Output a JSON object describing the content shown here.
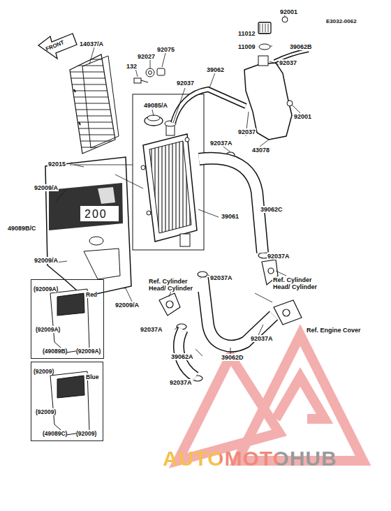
{
  "diagram": {
    "nodes": [
      {
        "text": [
          "(92009A)",
          "Red",
          "(92009A)",
          "(49089B)",
          "(92009A)"
        ]
      },
      {
        "text": [
          "(92009)",
          "Blue",
          "(92009)",
          "(49089C)",
          "(92009)"
        ]
      }
    ],
    "labels": [
      "E3032-0062",
      "FRONT",
      "14037/A",
      "92001",
      "11012",
      "11009",
      "39062B",
      "92037",
      "92001",
      "43078",
      "92027",
      "92075",
      "132",
      "39062",
      "92037",
      "49085/A",
      "92037",
      "92037A",
      "92015",
      "92009/A",
      "49089B/C",
      "39061",
      "39062C",
      "92037A",
      "92009/A",
      "Ref. Cylinder Head/ Cylinder",
      "92037A",
      "Ref. Cylinder Head/ Cylinder",
      "92009/A",
      "92037A",
      "Ref. Engine Cover",
      "92037A",
      "39062A",
      "39062D",
      "92037A",
      "200",
      "AUTOMOTOHUB"
    ]
  }
}
